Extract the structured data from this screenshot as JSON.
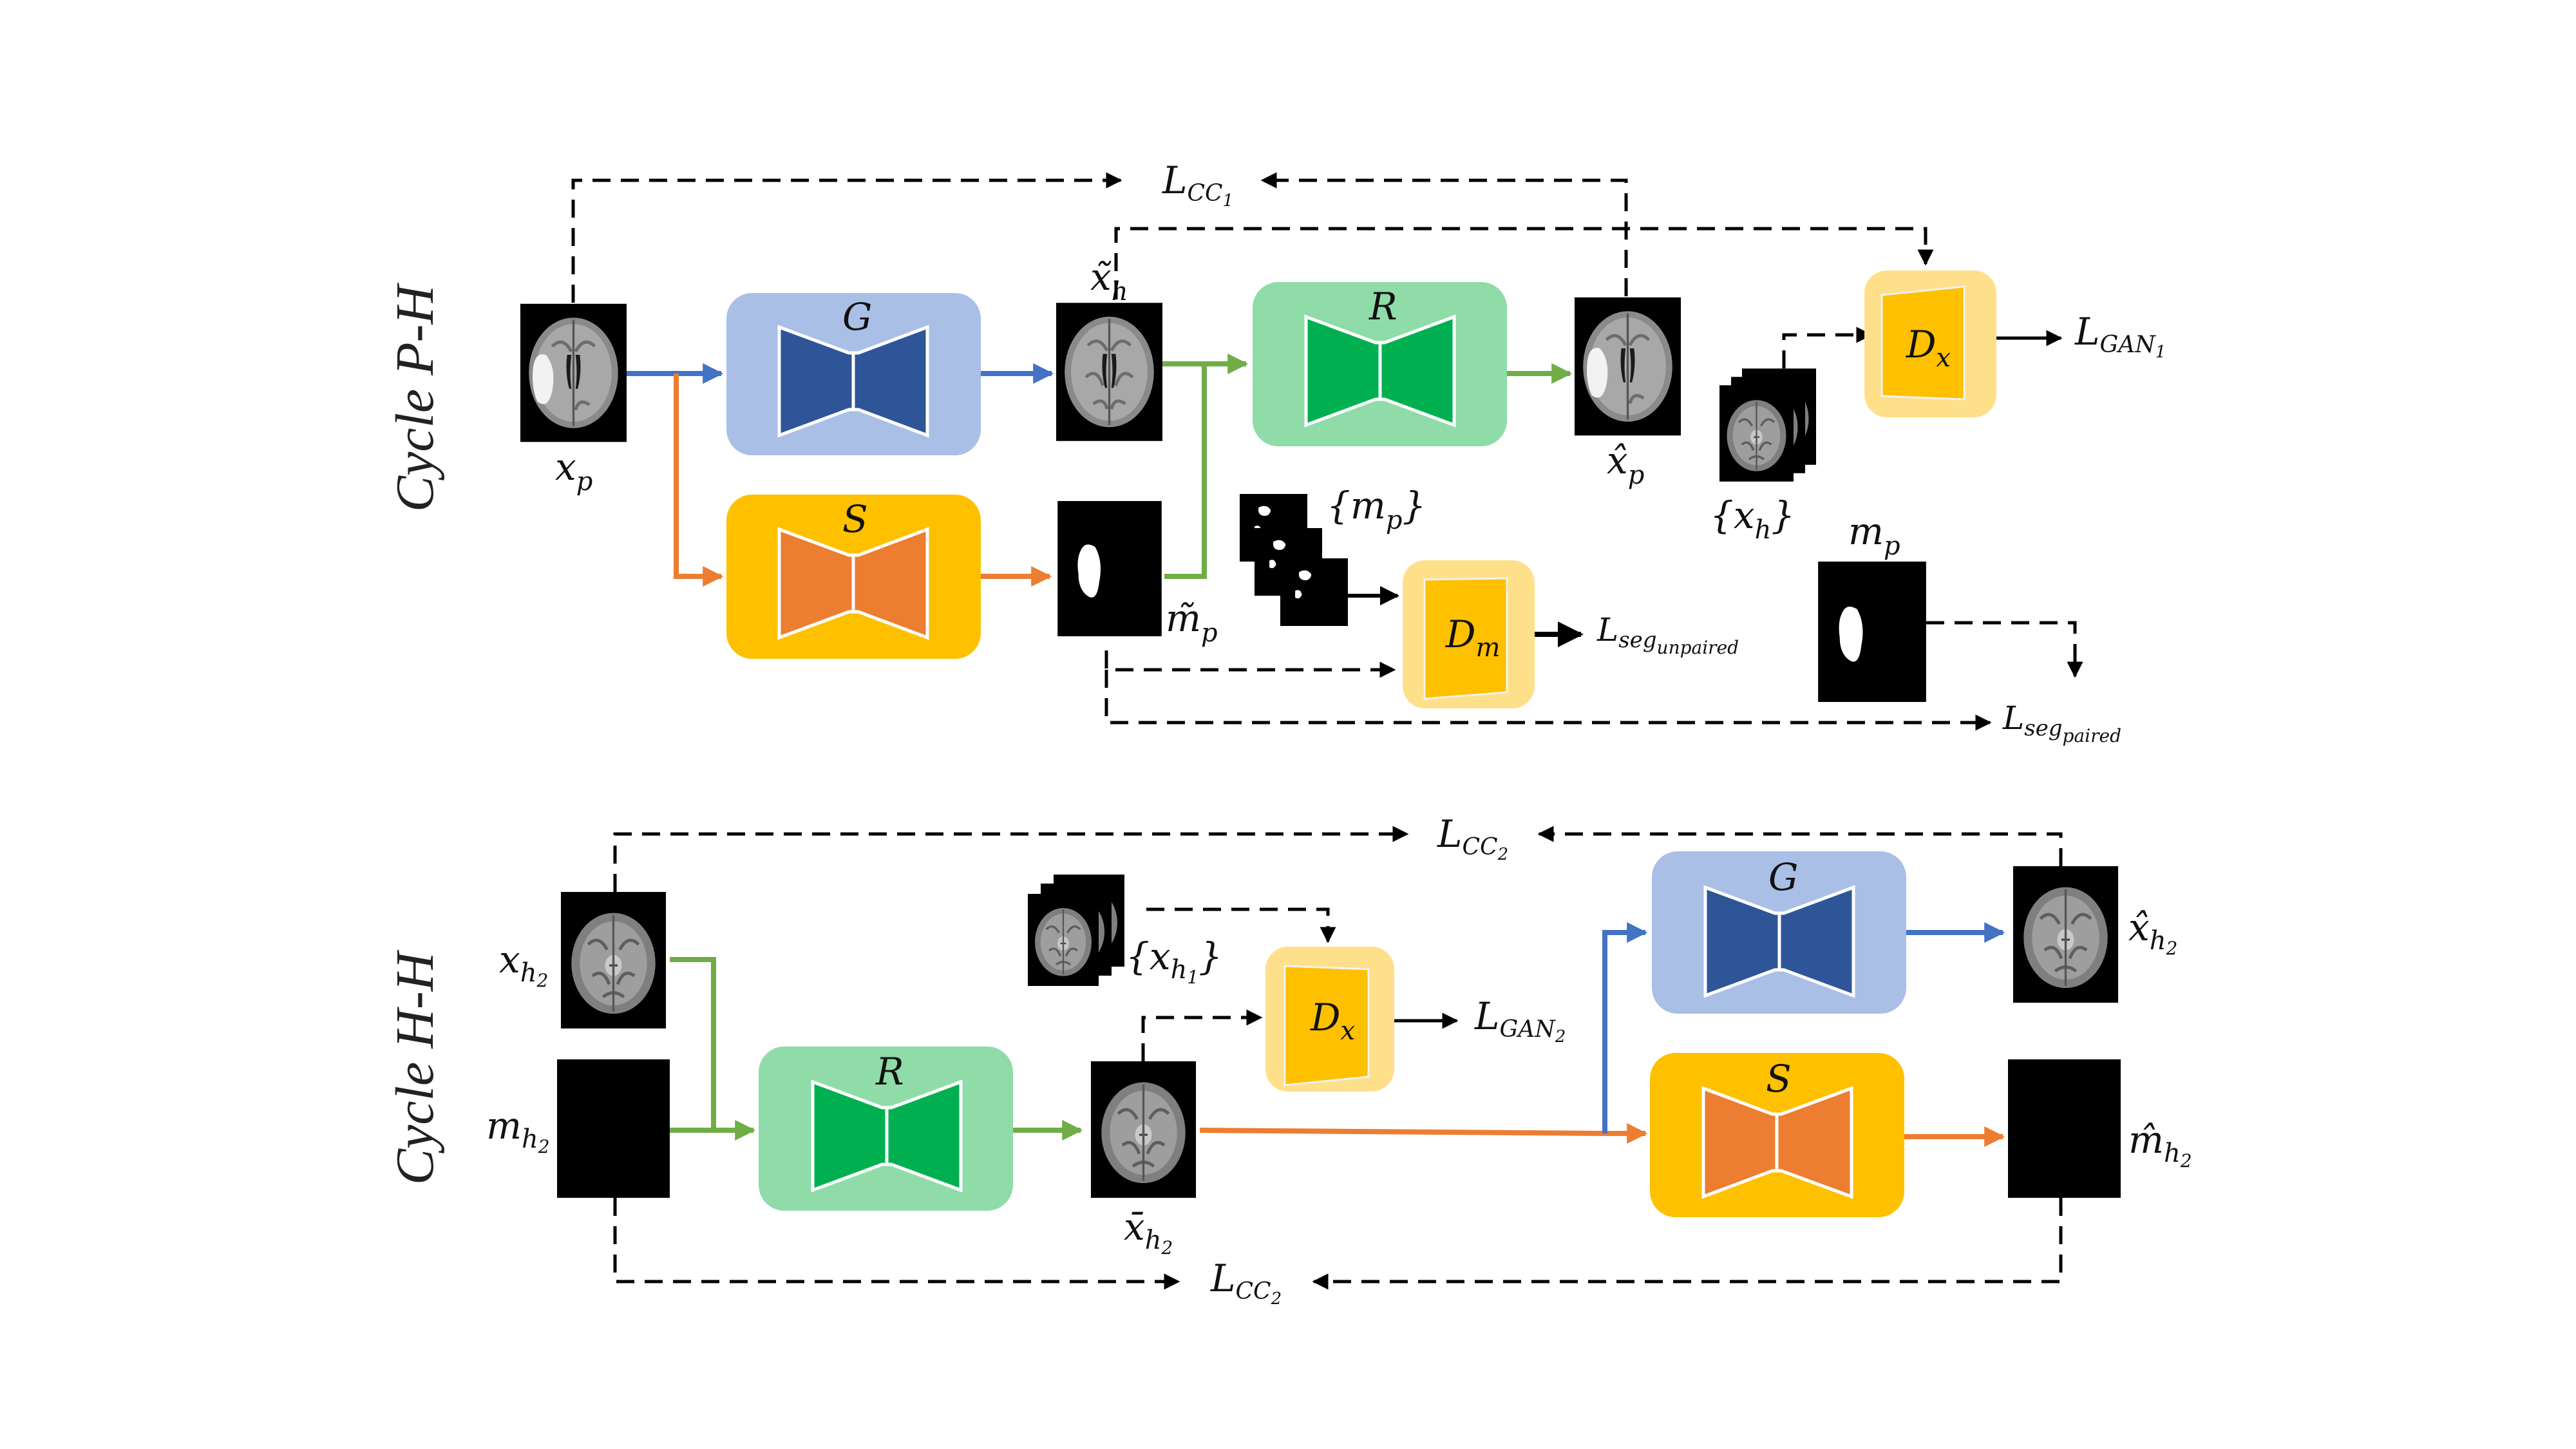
{
  "colors": {
    "gen_box": "#A9BFE6",
    "gen_shape": "#2E5597",
    "seg_box": "#FFC000",
    "seg_shape": "#ED7D31",
    "rec_box": "#8FDCA8",
    "rec_shape": "#00B050",
    "disc_box": "#FFE08A",
    "disc_shape": "#FFC000",
    "arrow_blue": "#4472C4",
    "arrow_orange": "#ED7D31",
    "arrow_green": "#70AD47",
    "arrow_black": "#000000"
  },
  "top": {
    "cycle_label": "Cycle P-H",
    "net_g": "G",
    "net_s": "S",
    "net_r": "R",
    "disc_x": "D",
    "disc_x_sub": "x",
    "disc_m": "D",
    "disc_m_sub": "m",
    "x_p": {
      "base": "x",
      "sub": "p"
    },
    "x_h_tilde": {
      "base": "x̃",
      "sub": "h"
    },
    "m_p_tilde": {
      "base": "m̃",
      "sub": "p"
    },
    "x_p_hat": {
      "base": "x̂",
      "sub": "p"
    },
    "set_x_h": {
      "base": "{x",
      "sub": "h",
      "end": "}"
    },
    "set_m_p": {
      "base": "{m",
      "sub": "p",
      "end": "}"
    },
    "m_p": {
      "base": "m",
      "sub": "p"
    },
    "l_cc1": {
      "base": "L",
      "sub": "CC",
      "subsub": "1"
    },
    "l_gan1": {
      "base": "L",
      "sub": "GAN",
      "subsub": "1"
    },
    "l_seg_unpaired": {
      "base": "L",
      "sub": "seg",
      "subsub": "unpaired"
    },
    "l_seg_paired": {
      "base": "L",
      "sub": "seg",
      "subsub": "paired"
    }
  },
  "bottom": {
    "cycle_label": "Cycle H-H",
    "net_r": "R",
    "net_g": "G",
    "net_s": "S",
    "disc_x": "D",
    "disc_x_sub": "x",
    "x_h2": {
      "base": "x",
      "sub": "h",
      "subsub": "2"
    },
    "m_h2": {
      "base": "m",
      "sub": "h",
      "subsub": "2"
    },
    "set_x_h1": {
      "base": "{x",
      "sub": "h",
      "subsub": "1",
      "end": "}"
    },
    "x_bar_h2": {
      "base": "x̄",
      "sub": "h",
      "subsub": "2"
    },
    "x_hat_h2": {
      "base": "x̂",
      "sub": "h",
      "subsub": "2"
    },
    "m_hat_h2": {
      "base": "m̂",
      "sub": "h",
      "subsub": "2"
    },
    "l_cc2_top": {
      "base": "L",
      "sub": "CC",
      "subsub": "2"
    },
    "l_cc2_bottom": {
      "base": "L",
      "sub": "CC",
      "subsub": "2"
    },
    "l_gan2": {
      "base": "L",
      "sub": "GAN",
      "subsub": "2"
    }
  }
}
